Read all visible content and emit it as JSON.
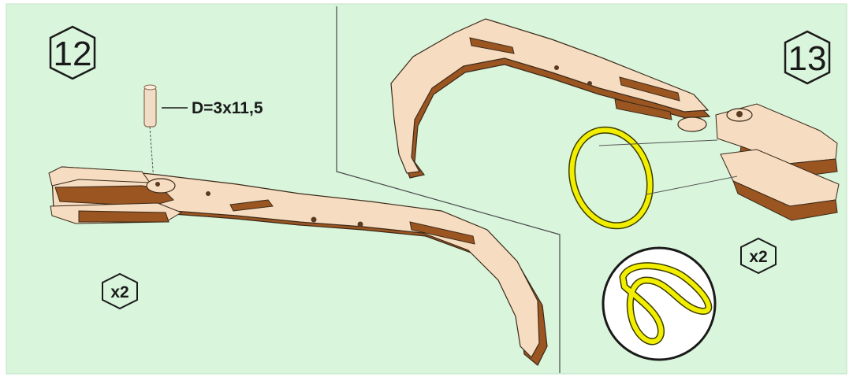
{
  "step_12": {
    "number": "12",
    "part_dimension": "D=3x11,5",
    "multiplier": "x2"
  },
  "step_13": {
    "number": "13",
    "multiplier": "x2"
  },
  "colors": {
    "background": "#d9f5dc",
    "wood_face": "#f6dcc0",
    "wood_edge": "#9a5521",
    "rubber_band": "#f2ee00",
    "outline": "#2a2a2a"
  }
}
